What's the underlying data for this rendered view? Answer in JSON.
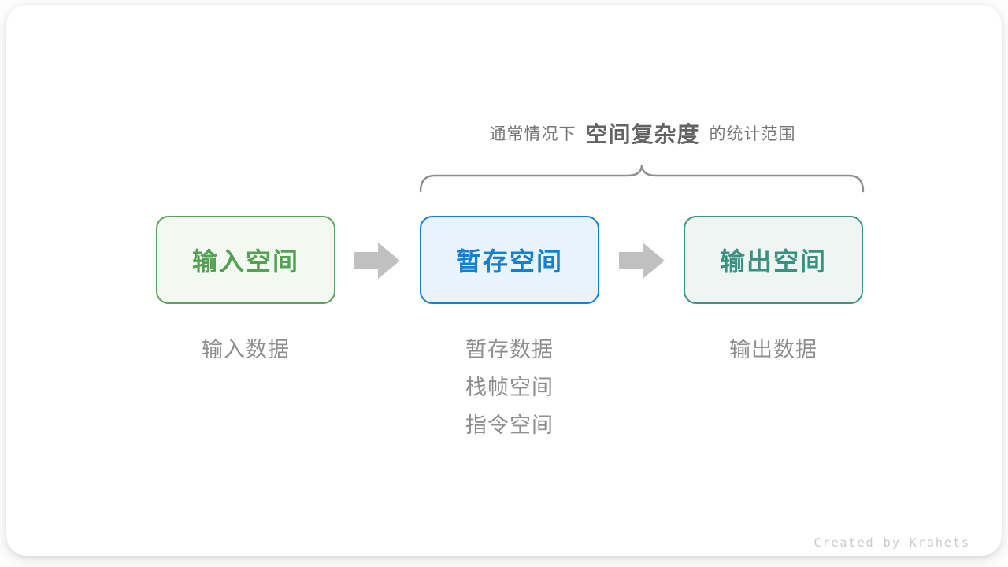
{
  "caption": {
    "prefix": "通常情况下",
    "highlight": "空间复杂度",
    "suffix": "的统计范围"
  },
  "boxes": [
    {
      "id": "input-space",
      "label": "输入空间",
      "border": "#5ba35a",
      "fill": "#f3f8f0",
      "text_color": "#53a253",
      "notes": [
        "输入数据"
      ]
    },
    {
      "id": "buffer-space",
      "label": "暂存空间",
      "border": "#1b7fd1",
      "fill": "#e8f3fb",
      "text_color": "#157fd2",
      "notes": [
        "暂存数据",
        "栈帧空间",
        "指令空间"
      ]
    },
    {
      "id": "output-space",
      "label": "输出空间",
      "border": "#3e9384",
      "fill": "#eef5f3",
      "text_color": "#3b9181",
      "notes": [
        "输出数据"
      ]
    }
  ],
  "colors": {
    "arrow": "#c0c0c0",
    "brace": "#8f8f8f"
  },
  "footer": {
    "credit": "Created by Krahets"
  }
}
